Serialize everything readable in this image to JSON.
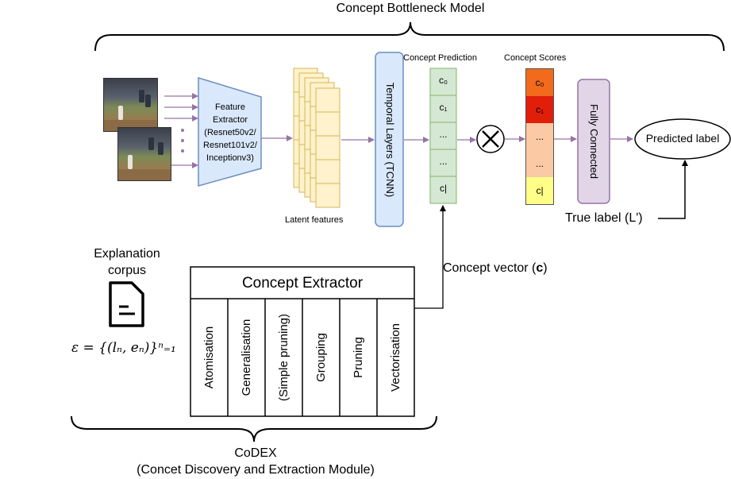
{
  "title": "Concept Bottleneck Model",
  "feature_extractor": {
    "lines": [
      "Feature",
      "Extractor",
      "(Resnet50v2/",
      "Resnet101v2/",
      "Inceptionv3)"
    ]
  },
  "latent_features_label": "Latent features",
  "temporal_layers_label": "Temporal Layers (TCNN)",
  "concept_prediction": {
    "title": "Concept Prediction",
    "cells": [
      "c₀",
      "c₁",
      "...",
      "...",
      "c|"
    ]
  },
  "concept_scores": {
    "title": "Concept Scores",
    "cells": [
      {
        "text": "c₀",
        "color": "#f26a1b"
      },
      {
        "text": "c₁",
        "color": "#e01e0a"
      },
      {
        "text": "...",
        "color": "#fbc9a3"
      },
      {
        "text": "...",
        "color": "#fbc9a3"
      },
      {
        "text": "c|",
        "color": "#ffff88"
      }
    ]
  },
  "fully_connected_label": "Fully Connected",
  "predicted_label": "Predicted label",
  "true_label": "True label (L')",
  "explanation_corpus": {
    "lines": [
      "Explanation",
      "corpus"
    ],
    "formula": "ε = {(lₙ, eₙ)}ⁿ₌₁"
  },
  "concept_vector": {
    "prefix": "Concept vector (",
    "bold": "c",
    "suffix": ")"
  },
  "concept_extractor": {
    "title": "Concept Extractor",
    "steps": [
      "Atomisation",
      "Generalisation",
      "(Simple pruning)",
      "Grouping",
      "Pruning",
      "Vectorisation"
    ]
  },
  "codex": {
    "line1": "CoDEX",
    "line2": "(Concet Discovery and Extraction Module)"
  },
  "colors": {
    "arrow": "#9673a6",
    "feature_fill": "#dae8fc",
    "feature_stroke": "#6c8ebf",
    "latent_fill": "#fff2cc",
    "latent_stroke": "#d6b656",
    "concept_fill": "#d5e8d4",
    "concept_stroke": "#82b366",
    "fc_fill": "#e1d5e7",
    "fc_stroke": "#9673a6"
  }
}
